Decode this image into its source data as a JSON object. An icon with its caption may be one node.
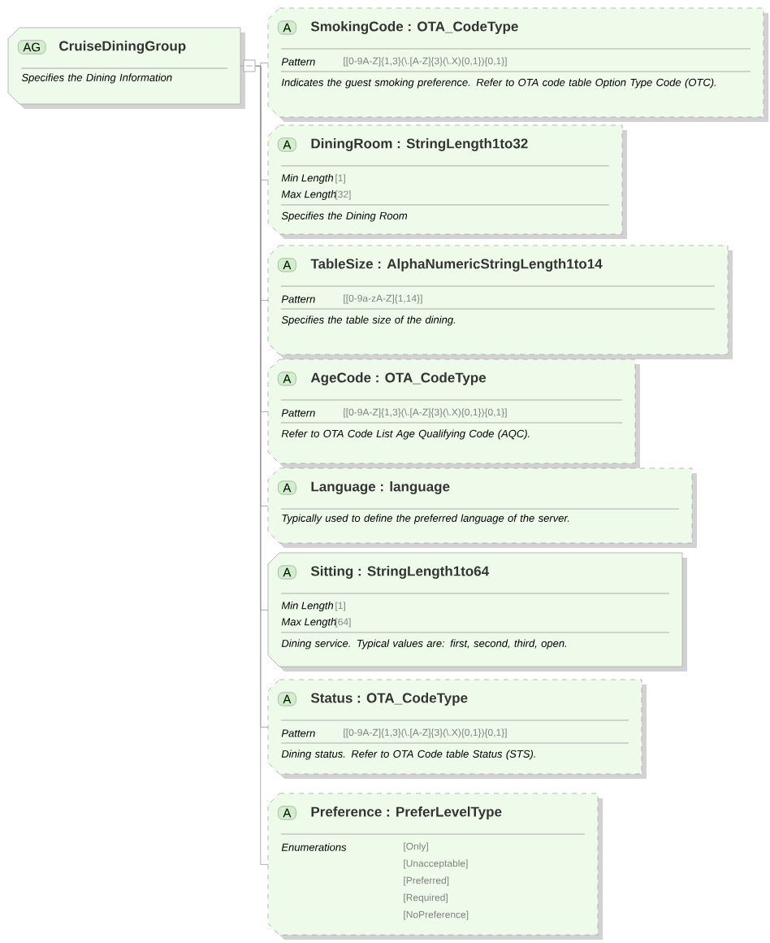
{
  "diagram": {
    "nodes": [
      {
        "text": [
          "AG",
          "CruiseDiningGroup",
          "Specifies the Dining Information"
        ]
      },
      {
        "text": [
          "A",
          "SmokingCode : OTA_CodeType",
          "Pattern",
          "[[0-9A-Z]{1,3}(\\.[A-Z]{3}(\\.X){0,1}){0,1}]",
          "Indicates the guest smoking preference. Refer to OTA code table Option Type Code (OTC)."
        ]
      },
      {
        "text": [
          "A",
          "DiningRoom : StringLength1to32",
          "Min Length",
          "[1]",
          "Max Length",
          "[32]",
          "Specifies the Dining Room"
        ]
      },
      {
        "text": [
          "A",
          "TableSize : AlphaNumericStringLength1to14",
          "Pattern",
          "[[0-9a-zA-Z]{1,14}]",
          "Specifies the table size of the dining."
        ]
      },
      {
        "text": [
          "A",
          "AgeCode : OTA_CodeType",
          "Pattern",
          "[[0-9A-Z]{1,3}(\\.[A-Z]{3}(\\.X){0,1}){0,1}]",
          "Refer to OTA Code List Age Qualifying Code (AQC)."
        ]
      },
      {
        "text": [
          "A",
          "Language : language",
          "Typically used to define the preferred language of the server."
        ]
      },
      {
        "text": [
          "A",
          "Sitting : StringLength1to64",
          "Min Length",
          "[1]",
          "Max Length",
          "[64]",
          "Dining service. Typical values are: first, second, third, open."
        ]
      },
      {
        "text": [
          "A",
          "Status : OTA_CodeType",
          "Pattern",
          "[[0-9A-Z]{1,3}(\\.[A-Z]{3}(\\.X){0,1}){0,1}]",
          "Dining status. Refer to OTA Code table Status (STS)."
        ]
      },
      {
        "text": [
          "A",
          "Preference : PreferLevelType",
          "Enumerations",
          "[Only]",
          "[Unacceptable]",
          "[Preferred]",
          "[Required]",
          "[NoPreference]"
        ]
      }
    ],
    "edges": [
      {
        "from": 0,
        "to": 1,
        "arrow": "none"
      },
      {
        "from": 0,
        "to": 2,
        "arrow": "none"
      },
      {
        "from": 0,
        "to": 3,
        "arrow": "none"
      },
      {
        "from": 0,
        "to": 4,
        "arrow": "none"
      },
      {
        "from": 0,
        "to": 5,
        "arrow": "none"
      },
      {
        "from": 0,
        "to": 6,
        "arrow": "none"
      },
      {
        "from": 0,
        "to": 7,
        "arrow": "none"
      },
      {
        "from": 0,
        "to": 8,
        "arrow": "none"
      }
    ]
  }
}
